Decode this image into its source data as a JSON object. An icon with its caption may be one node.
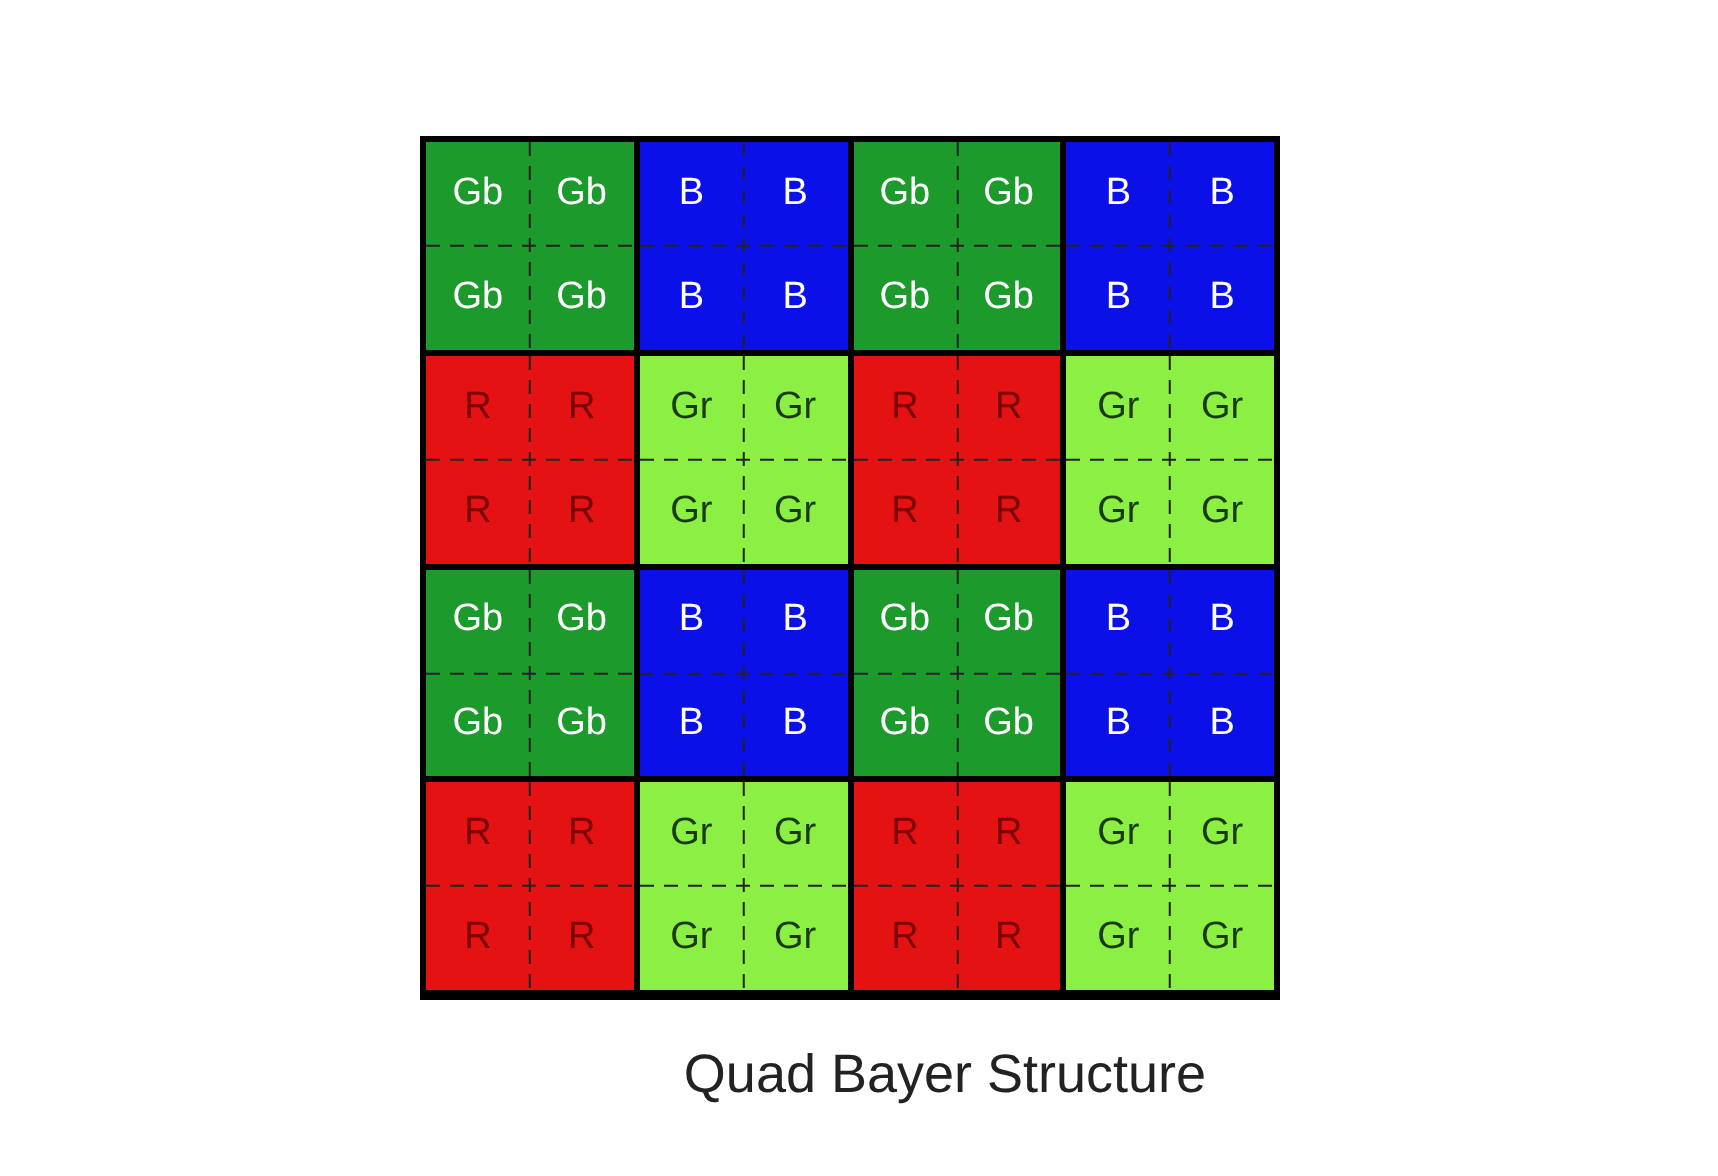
{
  "diagram": {
    "caption": "Quad Bayer Structure",
    "nodes": [
      {
        "text": [
          "Gb",
          "Gb",
          "Gb",
          "Gb"
        ]
      },
      {
        "text": [
          "B",
          "B",
          "B",
          "B"
        ]
      },
      {
        "text": [
          "Gb",
          "Gb",
          "Gb",
          "Gb"
        ]
      },
      {
        "text": [
          "B",
          "B",
          "B",
          "B"
        ]
      },
      {
        "text": [
          "R",
          "R",
          "R",
          "R"
        ]
      },
      {
        "text": [
          "Gr",
          "Gr",
          "Gr",
          "Gr"
        ]
      },
      {
        "text": [
          "R",
          "R",
          "R",
          "R"
        ]
      },
      {
        "text": [
          "Gr",
          "Gr",
          "Gr",
          "Gr"
        ]
      },
      {
        "text": [
          "Gb",
          "Gb",
          "Gb",
          "Gb"
        ]
      },
      {
        "text": [
          "B",
          "B",
          "B",
          "B"
        ]
      },
      {
        "text": [
          "Gb",
          "Gb",
          "Gb",
          "Gb"
        ]
      },
      {
        "text": [
          "B",
          "B",
          "B",
          "B"
        ]
      },
      {
        "text": [
          "R",
          "R",
          "R",
          "R"
        ]
      },
      {
        "text": [
          "Gr",
          "Gr",
          "Gr",
          "Gr"
        ]
      },
      {
        "text": [
          "R",
          "R",
          "R",
          "R"
        ]
      },
      {
        "text": [
          "Gr",
          "Gr",
          "Gr",
          "Gr"
        ]
      }
    ],
    "edges": []
  }
}
